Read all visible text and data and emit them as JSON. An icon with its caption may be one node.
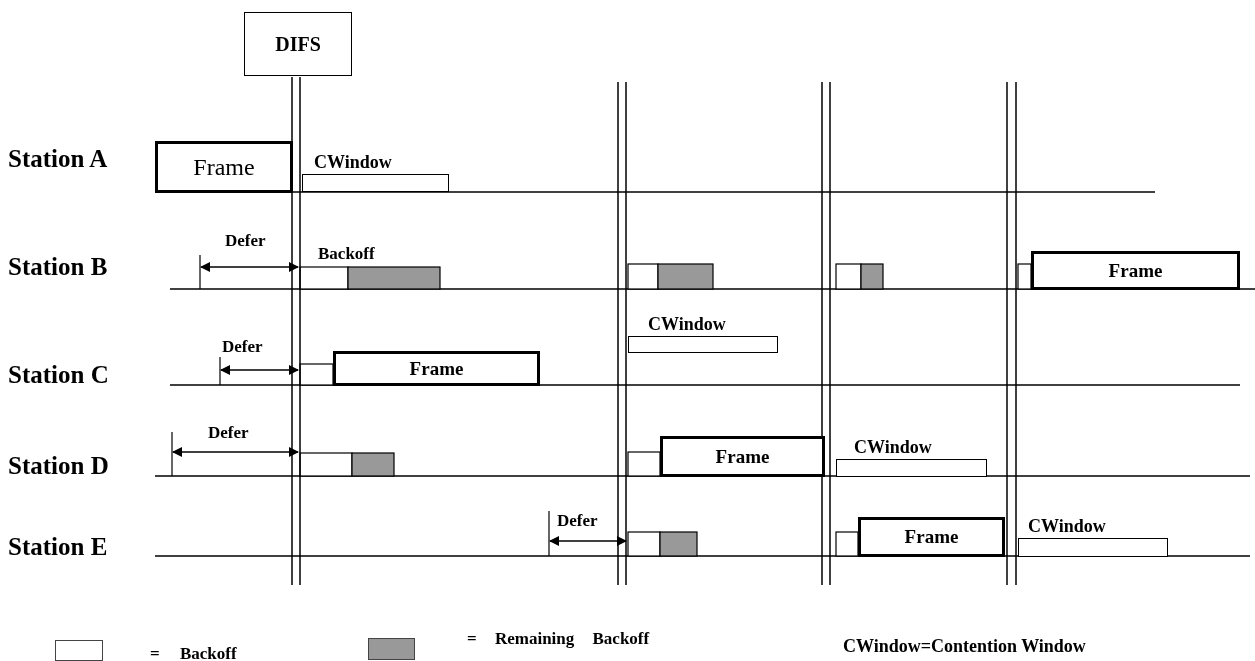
{
  "diagram": {
    "nodes": [
      {
        "text": [
          "DIFS"
        ]
      },
      {
        "text": [
          "Frame"
        ]
      },
      {
        "text": [
          "CWindow"
        ]
      },
      {
        "text": [
          "Frame"
        ]
      },
      {
        "text": [
          "CWindow"
        ]
      },
      {
        "text": [
          "Frame"
        ]
      },
      {
        "text": [
          "Frame"
        ]
      },
      {
        "text": [
          "CWindow"
        ]
      },
      {
        "text": [
          "Frame"
        ]
      },
      {
        "text": [
          "CWindow"
        ]
      }
    ],
    "labels": [
      "Station A",
      "Defer",
      "Backoff",
      "Station B",
      "Defer",
      "Station C",
      "Defer",
      "Station D",
      "Defer",
      "Station E",
      "CWindow=Contention Window"
    ],
    "legend": [
      {
        "text": "= Backoff",
        "color": "#ffffff"
      },
      {
        "text": "= Remaining Backoff",
        "color": "#999999"
      }
    ]
  }
}
